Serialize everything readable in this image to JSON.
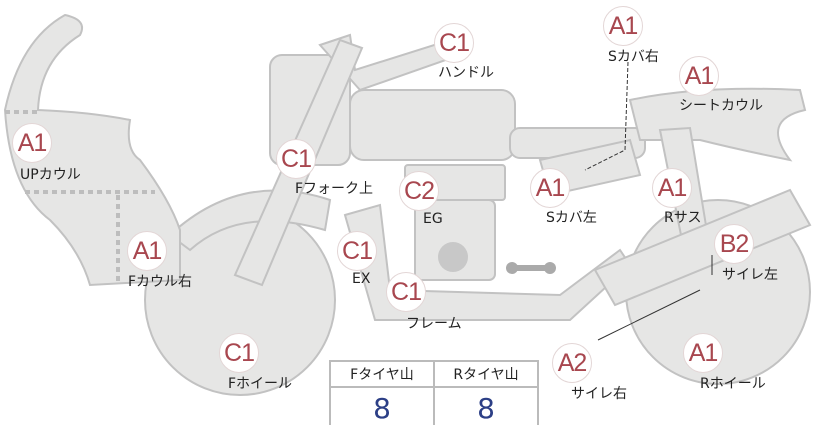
{
  "parts": [
    {
      "grade": "A1",
      "label": "UPカウル"
    },
    {
      "grade": "A1",
      "label": "Fカウル右"
    },
    {
      "grade": "C1",
      "label": "ハンドル"
    },
    {
      "grade": "C1",
      "label": "Fフォーク上"
    },
    {
      "grade": "C2",
      "label": "EG"
    },
    {
      "grade": "C1",
      "label": "EX"
    },
    {
      "grade": "C1",
      "label": "フレーム"
    },
    {
      "grade": "C1",
      "label": "Fホイール"
    },
    {
      "grade": "A1",
      "label": "Sカバ右"
    },
    {
      "grade": "A1",
      "label": "シートカウル"
    },
    {
      "grade": "A1",
      "label": "Sカバ左"
    },
    {
      "grade": "A1",
      "label": "Rサス"
    },
    {
      "grade": "B2",
      "label": "サイレ左"
    },
    {
      "grade": "A2",
      "label": "サイレ右"
    },
    {
      "grade": "A1",
      "label": "Rホイール"
    }
  ],
  "tire": {
    "front_label": "Fタイヤ山",
    "rear_label": "Rタイヤ山",
    "front_value": "8",
    "rear_value": "8"
  },
  "colors": {
    "badge_text": "#a8474f",
    "part_fill": "#e6e6e5",
    "value_text": "#2c3f86"
  }
}
